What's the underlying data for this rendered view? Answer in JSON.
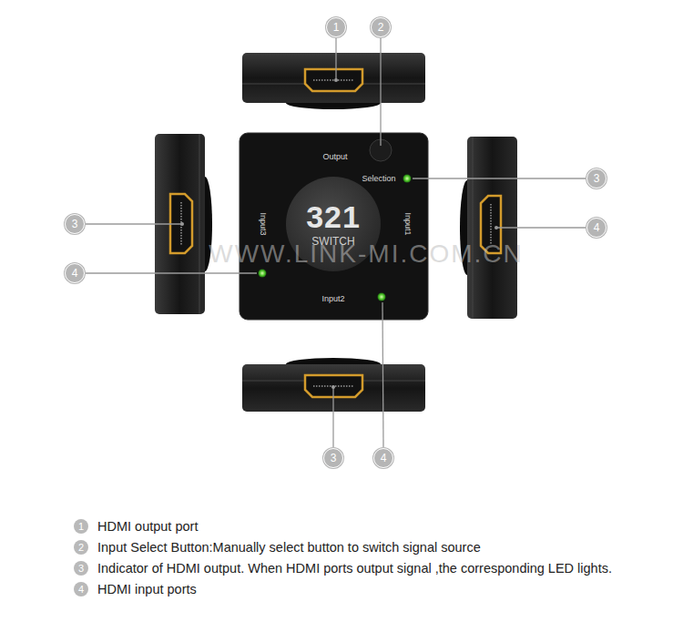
{
  "diagram": {
    "nodes": [
      {
        "text": [
          "Output",
          "Selection",
          "Input3",
          "Input1",
          "Input2"
        ]
      },
      {
        "text": [
          "321",
          "SWITCH"
        ],
        "in": 0
      }
    ],
    "labels": [
      "1",
      "2",
      "3",
      "3",
      "4",
      "3",
      "4",
      "4",
      "WWW.LINK-MI.COM.CN",
      "1",
      "HDMI output port",
      "2",
      "Input Select Button:Manually select button to switch signal source",
      "3",
      "Indicator of HDMI output. When HDMI ports output signal ,the corresponding LED lights.",
      "4",
      "HDMI input ports"
    ]
  }
}
